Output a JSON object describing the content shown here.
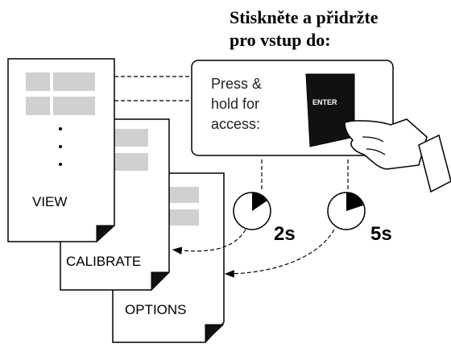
{
  "title": {
    "line1": "Stiskněte a přidržte",
    "line2": "pro vstup do:"
  },
  "panel": {
    "line1": "Press &",
    "line2": "hold for",
    "line3": "access:"
  },
  "key": {
    "label": "ENTER",
    "color": "#111111"
  },
  "pages": {
    "view": "VIEW",
    "calibrate": "CALIBRATE",
    "options": "OPTIONS"
  },
  "timers": {
    "short": "2s",
    "long": "5s"
  },
  "colors": {
    "placeholder_block": "#d0d0d0",
    "line": "#000000",
    "background": "#ffffff"
  }
}
